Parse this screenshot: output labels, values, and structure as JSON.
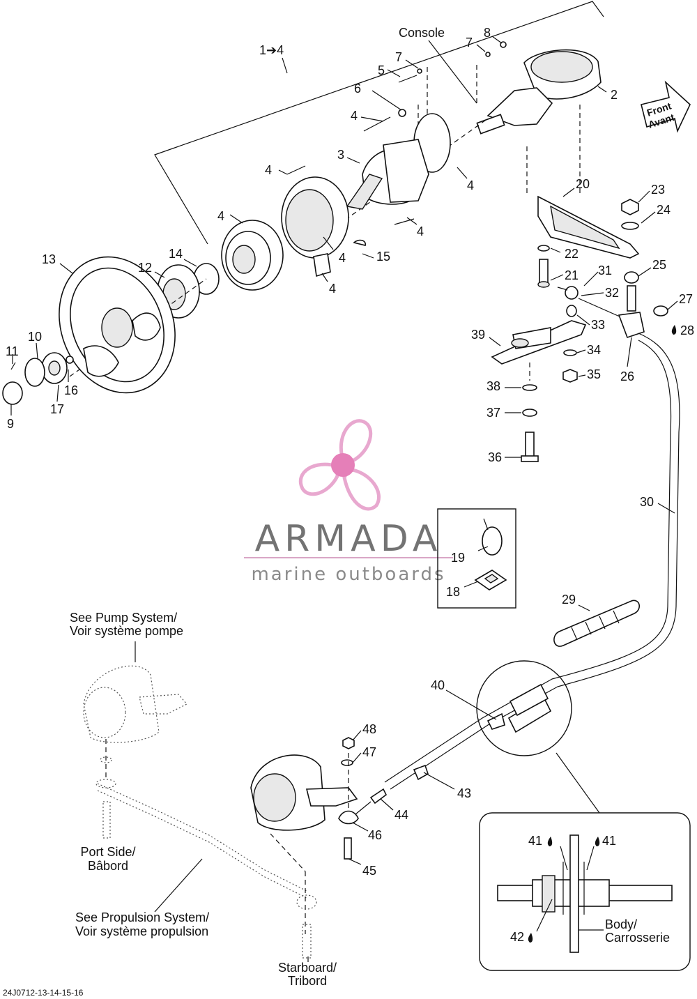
{
  "watermark": {
    "title": "ARMADA",
    "subtitle": "marine outboards",
    "logo_color": "#e8a8cf",
    "logo_center_color": "#e57fb8"
  },
  "assembly_label": "1➔4",
  "front_arrow": {
    "line1": "Front",
    "line2": "Avant"
  },
  "text_labels": {
    "console": "Console",
    "pump_line1": "See Pump System/",
    "pump_line2": "Voir système pompe",
    "port_line1": "Port Side/",
    "port_line2": "Bâbord",
    "propulsion_line1": "See Propulsion System/",
    "propulsion_line2": "Voir système propulsion",
    "starboard_line1": "Starboard/",
    "starboard_line2": "Tribord",
    "body_line1": "Body/",
    "body_line2": "Carrosserie"
  },
  "callouts": {
    "c2": "2",
    "c3": "3",
    "c4a": "4",
    "c4b": "4",
    "c4c": "4",
    "c4d": "4",
    "c4e": "4",
    "c4f": "4",
    "c4g": "4",
    "c4h": "4",
    "c5": "5",
    "c6": "6",
    "c7a": "7",
    "c7b": "7",
    "c8": "8",
    "c9": "9",
    "c10": "10",
    "c11": "11",
    "c12": "12",
    "c13": "13",
    "c14": "14",
    "c15": "15",
    "c16": "16",
    "c17": "17",
    "c18": "18",
    "c19": "19",
    "c20": "20",
    "c21": "21",
    "c22": "22",
    "c23": "23",
    "c24": "24",
    "c25": "25",
    "c26": "26",
    "c27": "27",
    "c28": "28",
    "c29": "29",
    "c30": "30",
    "c31": "31",
    "c32": "32",
    "c33": "33",
    "c34": "34",
    "c35": "35",
    "c36": "36",
    "c37": "37",
    "c38": "38",
    "c39": "39",
    "c40": "40",
    "c41a": "41",
    "c41b": "41",
    "c42": "42",
    "c43": "43",
    "c44": "44",
    "c45": "45",
    "c46": "46",
    "c47": "47",
    "c48": "48"
  },
  "drawing_number": "24J0712-13-14-15-16"
}
